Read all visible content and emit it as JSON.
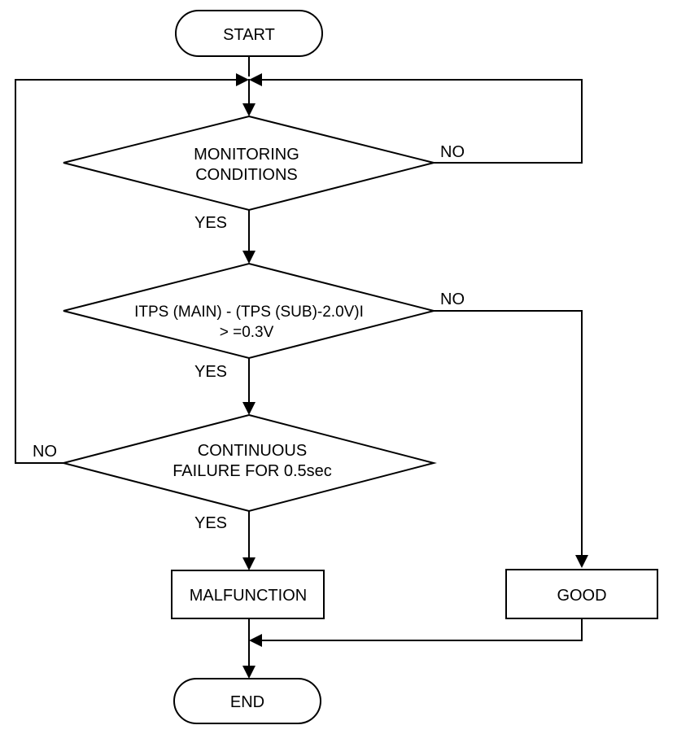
{
  "terminals": {
    "start": "START",
    "end": "END"
  },
  "decisions": {
    "monitoring": {
      "line1": "MONITORING",
      "line2": "CONDITIONS"
    },
    "tps": {
      "line1": "ITPS (MAIN) - (TPS (SUB)-2.0V)I",
      "line2": "> =0.3V"
    },
    "continuous": {
      "line1": "CONTINUOUS",
      "line2": "FAILURE FOR 0.5sec"
    }
  },
  "results": {
    "malfunction": "MALFUNCTION",
    "good": "GOOD"
  },
  "branch_labels": {
    "monitoring_yes": "YES",
    "monitoring_no": "NO",
    "tps_yes": "YES",
    "tps_no": "NO",
    "continuous_yes": "YES",
    "continuous_no": "NO"
  }
}
